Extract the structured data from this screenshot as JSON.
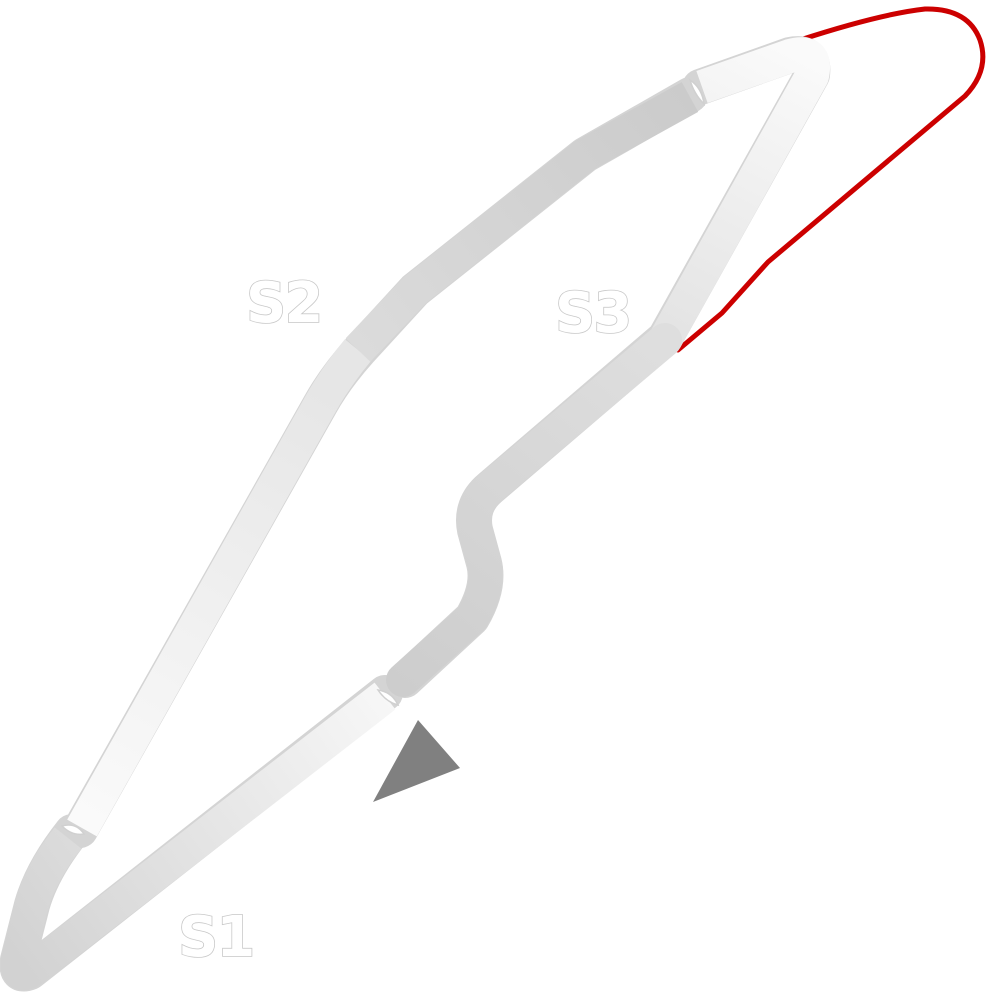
{
  "map": {
    "sectors": [
      {
        "id": "s1",
        "label": "S1"
      },
      {
        "id": "s2",
        "label": "S2"
      },
      {
        "id": "s3",
        "label": "S3"
      }
    ],
    "colors": {
      "background": "#ffffff",
      "track_dark": "#cfcfcf",
      "track_mid": "#e3e3e3",
      "track_light": "#f4f4f4",
      "track_outline": "#d2d2d2",
      "pit_lane": "#cc0000",
      "direction_arrow": "#808080"
    },
    "icons": {
      "direction": "direction-arrow-icon",
      "sector_marker": "sector-boundary-marker"
    }
  }
}
